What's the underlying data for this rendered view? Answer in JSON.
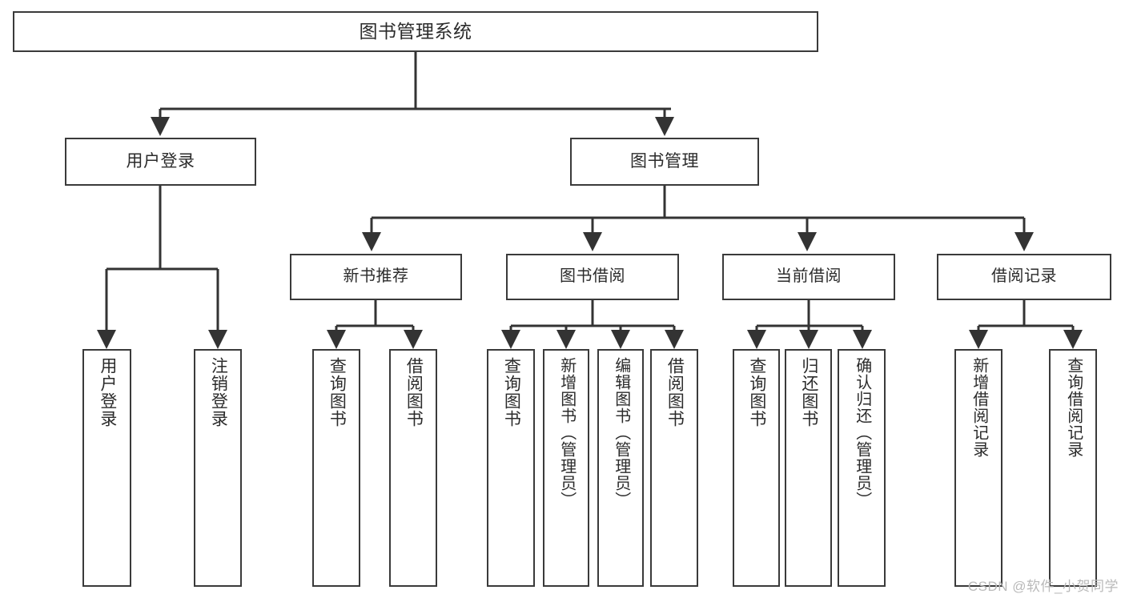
{
  "diagram": {
    "title": "图书管理系统",
    "watermark": "CSDN @软件_小贺同学",
    "line_color": "#333333",
    "border_color": "#3a3a3a",
    "text_color": "#2b2b2b",
    "background": "#ffffff"
  },
  "nodes": {
    "root": {
      "label": "图书管理系统"
    },
    "level1": [
      {
        "label": "用户登录"
      },
      {
        "label": "图书管理"
      }
    ],
    "level2": [
      {
        "label": "新书推荐"
      },
      {
        "label": "图书借阅"
      },
      {
        "label": "当前借阅"
      },
      {
        "label": "借阅记录"
      }
    ],
    "leaves": {
      "user_login": [
        {
          "label": "用户登录"
        },
        {
          "label": "注销登录"
        }
      ],
      "new_book_recommend": [
        {
          "label": "查询图书"
        },
        {
          "label": "借阅图书"
        }
      ],
      "book_borrow": [
        {
          "label": "查询图书"
        },
        {
          "label": "新增图书（管理员）"
        },
        {
          "label": "编辑图书（管理员）"
        },
        {
          "label": "借阅图书"
        }
      ],
      "current_borrow": [
        {
          "label": "查询图书"
        },
        {
          "label": "归还图书"
        },
        {
          "label": "确认归还（管理员）"
        }
      ],
      "borrow_record": [
        {
          "label": "新增借阅记录"
        },
        {
          "label": "查询借阅记录"
        }
      ]
    }
  }
}
